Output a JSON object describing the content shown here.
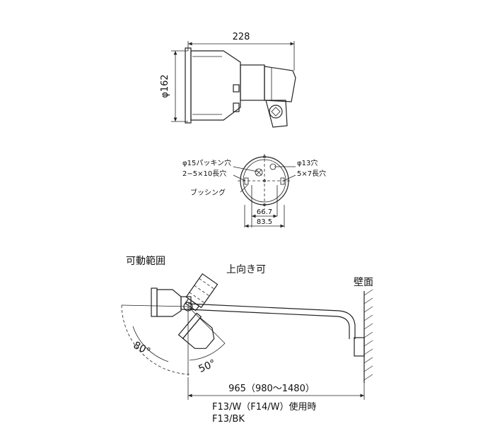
{
  "side_view": {
    "width_dim": "228",
    "diameter_dim": "φ162"
  },
  "back_view": {
    "label_gasket": "φ15パッキン穴",
    "label_slot_left": "2−5×10長穴",
    "label_hole": "φ13穴",
    "label_slot_right": "5×7長穴",
    "label_bushing": "ブッシング",
    "dim_inner": "66.7",
    "dim_outer": "83.5"
  },
  "mount_view": {
    "movable_range": "可動範囲",
    "upward": "上向き可",
    "wall": "壁面",
    "angle_down": "80°",
    "angle_up": "50°",
    "length_dim": "965（980〜1480）",
    "note_line1": "F13/W（F14/W）使用時",
    "note_line2": "F13/BK"
  }
}
